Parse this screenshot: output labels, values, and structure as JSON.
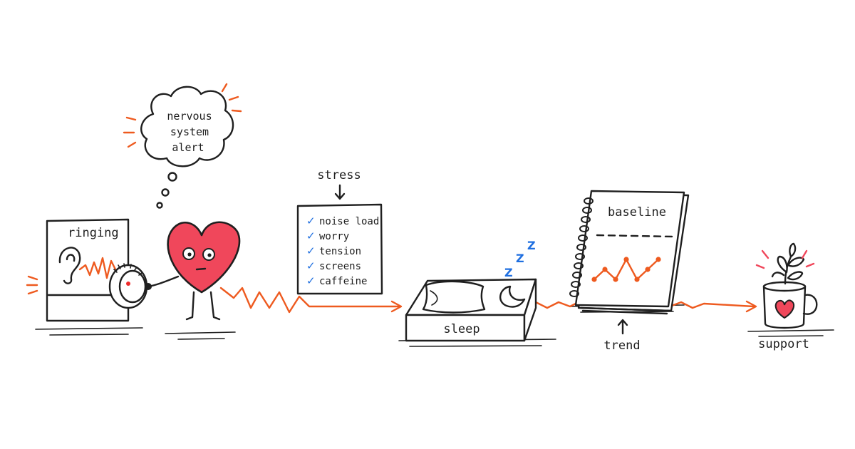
{
  "colors": {
    "ink": "#1f1f1f",
    "accent_orange": "#ee5a1f",
    "heart_red": "#f0475b",
    "check_blue": "#1f6fe0",
    "background": "#ffffff"
  },
  "scenes": {
    "ringing": {
      "label": "ringing",
      "icons": [
        "ear-icon",
        "volume-knob-icon"
      ]
    },
    "heart": {
      "thought_lines": [
        "nervous",
        "system",
        "alert"
      ],
      "icons": [
        "heart-character-icon",
        "thought-cloud-icon"
      ]
    },
    "stress": {
      "title": "stress",
      "checklist": [
        "noise load",
        "worry",
        "tension",
        "screens",
        "caffeine"
      ],
      "check_mark": "✓"
    },
    "sleep": {
      "label": "sleep",
      "zzz": [
        "Z",
        "Z",
        "Z"
      ],
      "icons": [
        "pillow-icon",
        "moon-icon",
        "bed-icon"
      ]
    },
    "notebook": {
      "baseline_label": "baseline",
      "trend_label": "trend",
      "trend_points": [
        3,
        4,
        3,
        5,
        3,
        4,
        5
      ],
      "icons": [
        "spiral-notebook-icon"
      ]
    },
    "support": {
      "label": "support",
      "icons": [
        "mug-icon",
        "plant-sprout-icon",
        "heart-icon"
      ]
    }
  }
}
